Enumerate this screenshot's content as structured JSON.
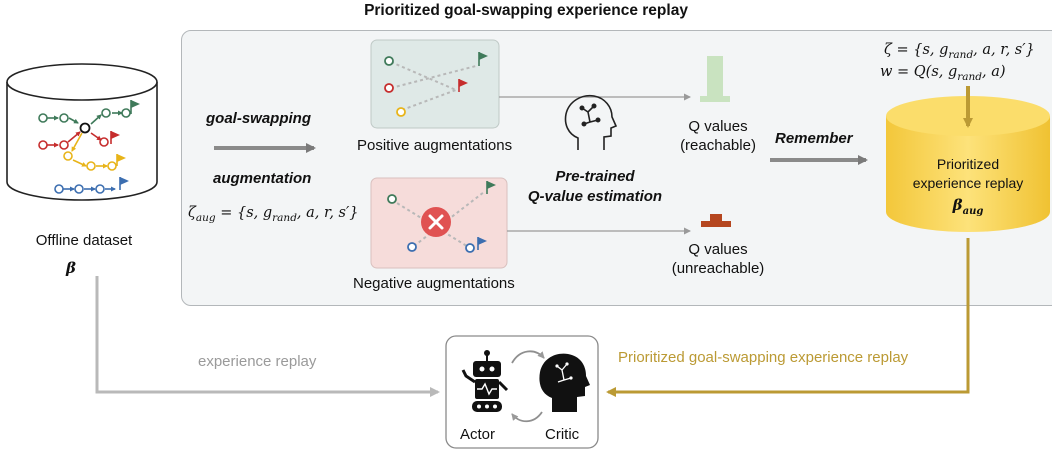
{
  "title": "Prioritized goal-swapping experience replay",
  "dataset": {
    "label": "Offline dataset",
    "symbol": "β"
  },
  "augmentation": {
    "line1": "goal-swapping",
    "line2": "augmentation",
    "zeta_aug": {
      "base": "ζ",
      "sub": "aug",
      "tail_open": " = {s, g",
      "sub2": "rand",
      "tail_close": ", a, r, s′}"
    }
  },
  "positive": {
    "label": "Positive augmentations"
  },
  "negative": {
    "label": "Negative augmentations"
  },
  "estimation": {
    "line1": "Pre-trained",
    "line2": "Q-value  estimation"
  },
  "q_reachable": {
    "line1": "Q values",
    "line2": "(reachable)"
  },
  "q_unreachable": {
    "line1": "Q values",
    "line2": "(unreachable)"
  },
  "remember": "Remember",
  "formula_zeta": {
    "lead": "ζ = {s, g",
    "sub": "rand",
    "tail": ", a, r, s′}"
  },
  "formula_w": {
    "lead": "w = Q(s, g",
    "sub": "rand",
    "tail": ", a)"
  },
  "prioritized_replay": {
    "line1": "Prioritized",
    "line2": "experience replay",
    "symbol": "β",
    "symbol_sub": "aug"
  },
  "experience_replay": "experience replay",
  "prioritized_path": "Prioritized goal-swapping experience replay",
  "actor": "Actor",
  "critic": "Critic",
  "colors": {
    "arrow_gray": "#8a8a8a",
    "path_gray": "#b9b9b9",
    "gold": "#bb9a34",
    "db_yellow": "#fbdd6b",
    "green": "#3f7a5a",
    "red": "#c62d2d",
    "yellow": "#e8b419",
    "blue": "#3c6eb0",
    "pos_bg": "#dfe9e7",
    "neg_bg": "#f6dcda",
    "q_green": "#c9e3c0",
    "q_red": "#b5461f"
  }
}
